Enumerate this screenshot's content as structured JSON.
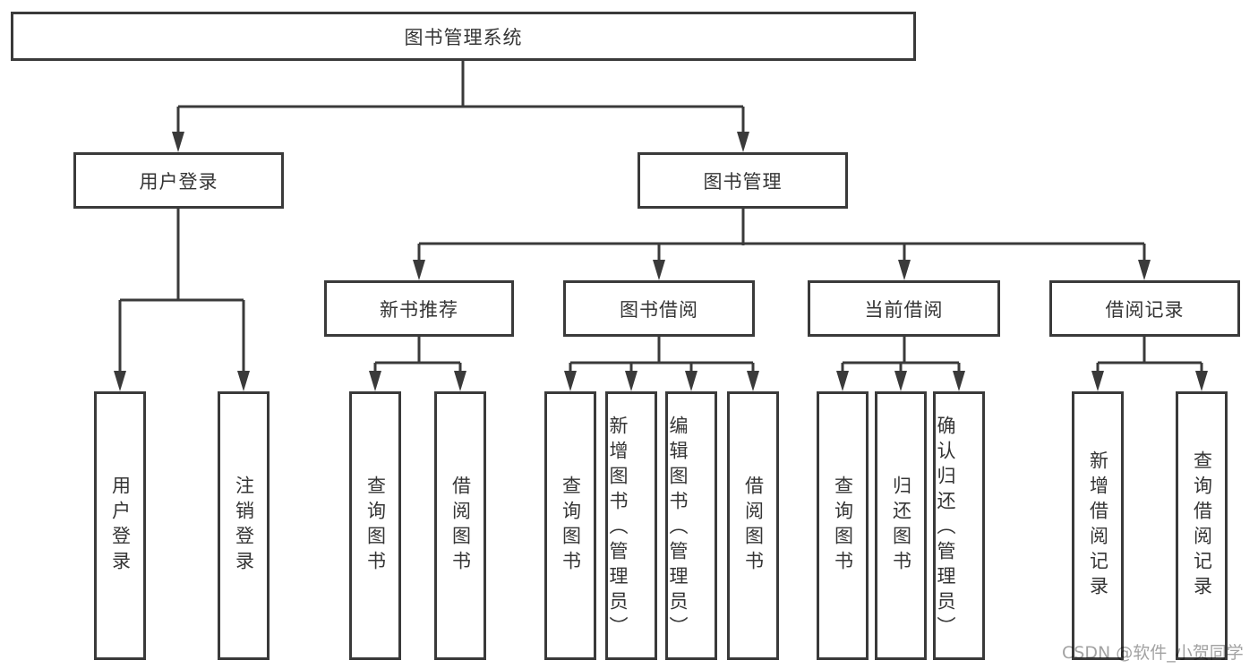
{
  "diagram": {
    "nodes": {
      "root": "图书管理系统",
      "user_login": "用户登录",
      "book_management": "图书管理",
      "new_book_recommend": "新书推荐",
      "book_borrow": "图书借阅",
      "current_borrow": "当前借阅",
      "borrow_records": "借阅记录"
    },
    "leaves": [
      {
        "parent": "用户登录",
        "label": "用户登录"
      },
      {
        "parent": "用户登录",
        "label": "注销登录"
      },
      {
        "parent": "新书推荐",
        "label": "查询图书"
      },
      {
        "parent": "新书推荐",
        "label": "借阅图书"
      },
      {
        "parent": "图书借阅",
        "label": "查询图书"
      },
      {
        "parent": "图书借阅",
        "label": "新增图书（管理员）"
      },
      {
        "parent": "图书借阅",
        "label": "编辑图书（管理员）"
      },
      {
        "parent": "图书借阅",
        "label": "借阅图书"
      },
      {
        "parent": "当前借阅",
        "label": "查询图书"
      },
      {
        "parent": "当前借阅",
        "label": "归还图书"
      },
      {
        "parent": "当前借阅",
        "label": "确认归还（管理员）"
      },
      {
        "parent": "借阅记录",
        "label": "新增借阅记录"
      },
      {
        "parent": "借阅记录",
        "label": "查询借阅记录"
      }
    ],
    "watermark": "CSDN @软件_小贺同学",
    "colors": {
      "line": "#3a3a3a",
      "text": "#353535",
      "watermark": "#a2a2a2",
      "background": "#ffffff"
    }
  }
}
